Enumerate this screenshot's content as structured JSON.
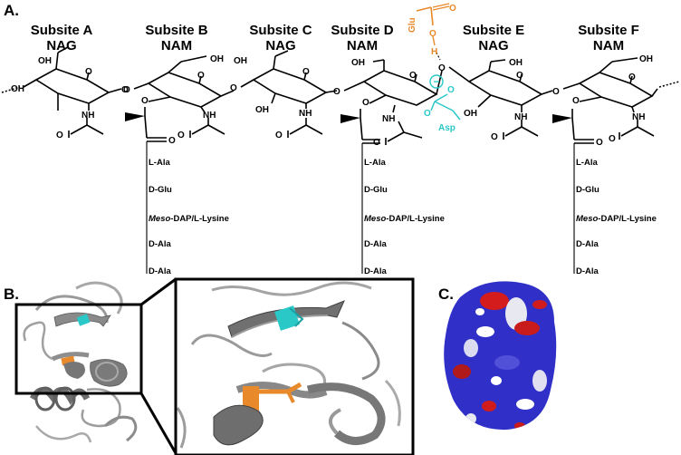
{
  "panels": {
    "a": "A.",
    "b": "B.",
    "c": "C."
  },
  "subsites": [
    {
      "name": "Subsite A",
      "sugar": "NAG"
    },
    {
      "name": "Subsite B",
      "sugar": "NAM"
    },
    {
      "name": "Subsite C",
      "sugar": "NAG"
    },
    {
      "name": "Subsite D",
      "sugar": "NAM"
    },
    {
      "name": "Subsite E",
      "sugar": "NAG"
    },
    {
      "name": "Subsite F",
      "sugar": "NAM"
    }
  ],
  "atoms": {
    "oh": "OH",
    "o": "O",
    "nh": "NH",
    "h": "H"
  },
  "residues": {
    "glu": "Glu",
    "asp": "Asp",
    "charge": "−"
  },
  "peptide": {
    "ala1": "L-Ala",
    "glu": "D-Glu",
    "meso_italic": "Meso",
    "meso_rest": "-DAP/L-Lysine",
    "ala2": "D-Ala",
    "ala3": "D-Ala"
  },
  "colors": {
    "glu": "#e8892b",
    "asp": "#2bc8c8",
    "protein": "#808080",
    "surface_blue": "#2a2ad8",
    "surface_red": "#d81c1c"
  }
}
